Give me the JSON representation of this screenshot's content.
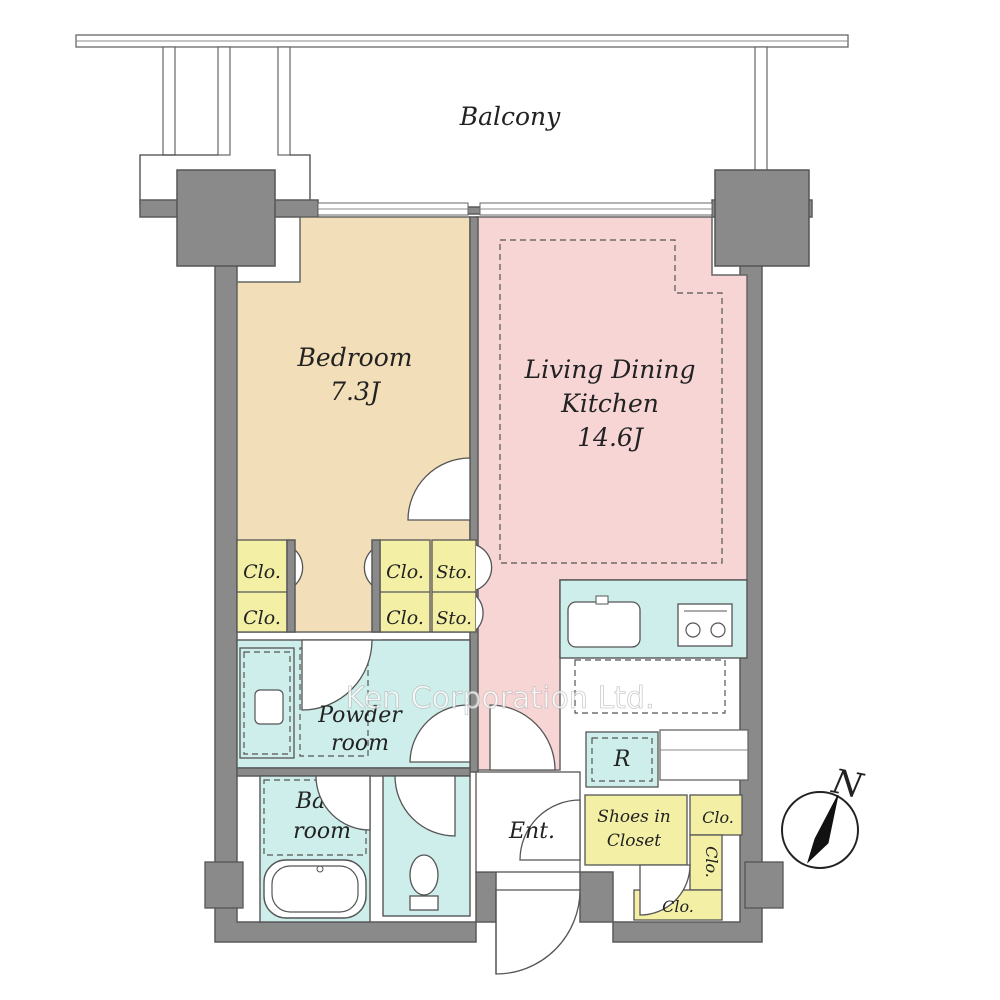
{
  "rooms": {
    "balcony": "Balcony",
    "bedroom": {
      "name": "Bedroom",
      "size": "7.3J"
    },
    "ldk": {
      "line1": "Living Dining",
      "line2": "Kitchen",
      "size": "14.6J"
    },
    "powder": {
      "line1": "Powder",
      "line2": "room"
    },
    "bath": {
      "line1": "Bath",
      "line2": "room"
    },
    "entrance": "Ent.",
    "shoes": {
      "line1": "Shoes in",
      "line2": "Closet"
    },
    "refrigerator": "R"
  },
  "storage": {
    "closet": "Clo.",
    "storage": "Sto."
  },
  "compass": {
    "label": "N"
  },
  "watermark": "Ken Corporation Ltd.",
  "colors": {
    "bedroom": "#f2deb8",
    "ldk": "#f7d5d5",
    "wet": "#cdeeea",
    "closet": "#f3f0a6",
    "wall": "#8a8a8a",
    "pillar": "#8a8a8a"
  }
}
